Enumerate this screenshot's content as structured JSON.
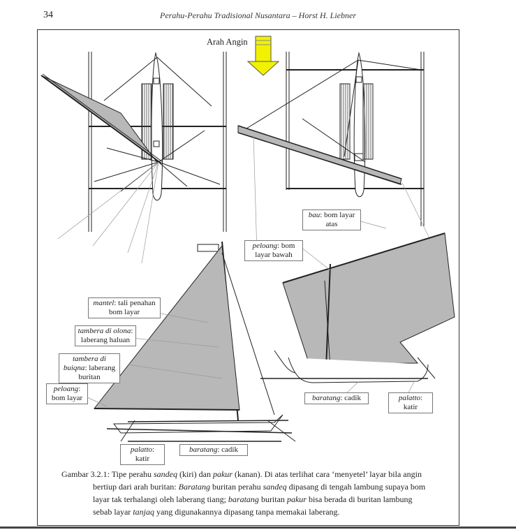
{
  "header": {
    "page_number": "34",
    "running_title": "Perahu-Perahu Tradisional Nusantara – Horst H. Liebner"
  },
  "figure": {
    "wind_label": "Arah Angin",
    "labels": {
      "bau_term": "bau",
      "bau_desc": ": bom layar atas",
      "peloang_bawah_term": "peloang",
      "peloang_bawah_desc": ": bom layar bawah",
      "mantel_term": "mantel",
      "mantel_desc": ": tali penahan bom layar",
      "tambera_olona_term": "tambera di olona",
      "tambera_olona_desc": ": laberang haluan",
      "tambera_buiqna_term": "tambera di buiqna",
      "tambera_buiqna_desc": ": laberang buritan",
      "peloang_term": "peloang",
      "peloang_desc": ": bom layar",
      "palatto_left_term": "palatto",
      "palatto_left_desc": ": katir",
      "baratang_left_term": "baratang",
      "baratang_left_desc": ": cadik",
      "baratang_right_term": "baratang",
      "baratang_right_desc": ": cadik",
      "palatto_right_term": "palatto",
      "palatto_right_desc": ": katir"
    },
    "colors": {
      "sail": "#b8b8b8",
      "arrow": "#f2f200",
      "line": "#222222"
    }
  },
  "caption": {
    "line1_a": "Gambar 3.2.1: Tipe perahu ",
    "line1_b": "sandeq",
    "line1_c": " (kiri) dan ",
    "line1_d": "pakur",
    "line1_e": " (kanan).  Di atas terlihat cara ‘menyetel’ layar bila angin",
    "line2_a": "bertiup dari arah buritan: ",
    "line2_b": "Baratang",
    "line2_c": " buritan perahu ",
    "line2_d": "sandeq",
    "line2_e": " dipasang di tengah lambung supaya bom",
    "line3_a": "layar tak terhalangi oleh  laberang tiang; ",
    "line3_b": "baratang",
    "line3_c": " buritan ",
    "line3_d": "pakur",
    "line3_e": " bisa berada di buritan lambung",
    "line4_a": "sebab layar ",
    "line4_b": "tanjaq",
    "line4_c": " yang digunakannya dipasang tanpa memakai laberang."
  }
}
